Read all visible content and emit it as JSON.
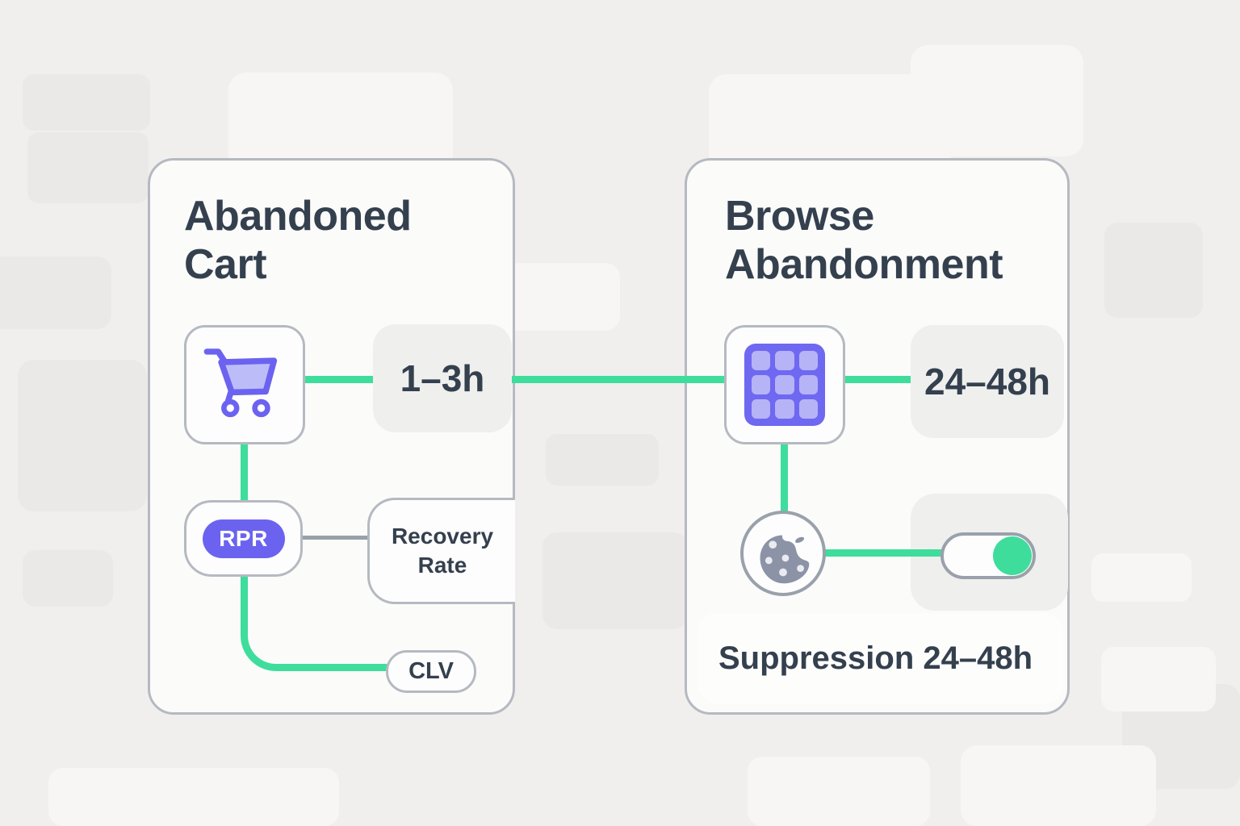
{
  "colors": {
    "accent_green": "#3edd9c",
    "purple": "#6b63f0",
    "purple_light": "#bcbdf8",
    "grid_purple": "#6f68f1",
    "grid_cell": "#b6b4f7",
    "navy": "#34404e",
    "connector_gray": "#99a0aa",
    "node_border": "#b5b9c0",
    "cookie_gray": "#8c93a6",
    "page_bg": "#f0efee",
    "card_bg": "#fbfbfa",
    "panel_bg": "#efefee"
  },
  "left_card": {
    "title": "Abandoned Cart",
    "delay_label": "1–3h",
    "metric_badge": "RPR",
    "metric_label": "Recovery Rate",
    "clv_label": "CLV",
    "icon": "shopping-cart-icon"
  },
  "right_card": {
    "title": "Browse Abandonment",
    "delay_label": "24–48h",
    "suppression_label": "Suppression 24–48h",
    "icon": "product-grid-icon",
    "cookie_icon": "cookie-icon",
    "toggle_state": "on"
  }
}
